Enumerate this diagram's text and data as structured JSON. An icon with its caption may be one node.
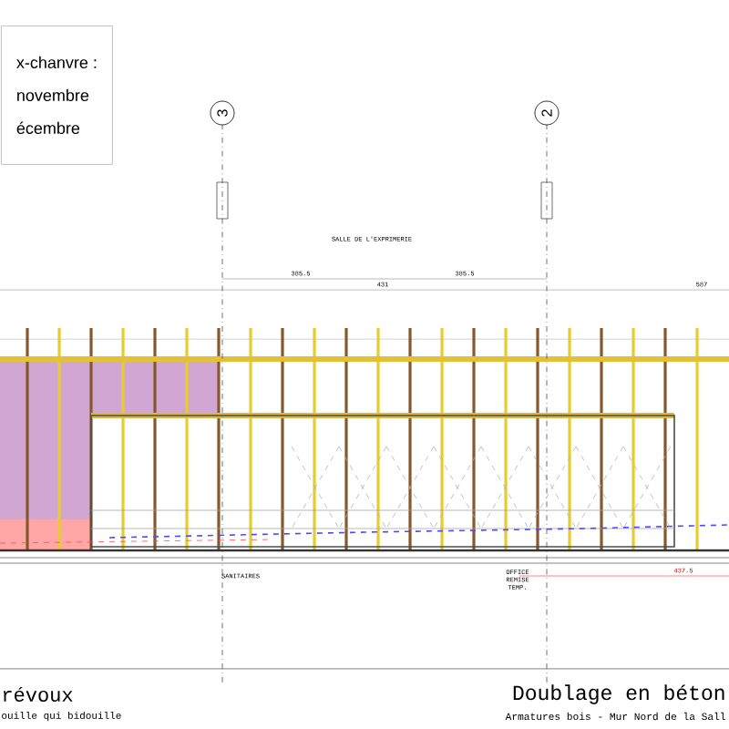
{
  "diagram": {
    "title": "Doublage en béton",
    "caption": "Armatures bois - Mur Nord de la Sall",
    "nodes": [
      {
        "text": [
          "x-chanvre :",
          "novembre",
          "écembre"
        ]
      },
      {
        "text": [
          "3"
        ]
      },
      {
        "text": [
          "2"
        ]
      }
    ],
    "labels": [
      "SALLE DE L'EXPRIMERIE",
      "385.5",
      "385.5",
      "431",
      "587",
      "SANITAIRES",
      "OFFICE REMISE TEMP.",
      "437.5",
      "révoux",
      "ouille qui bidouille"
    ]
  }
}
